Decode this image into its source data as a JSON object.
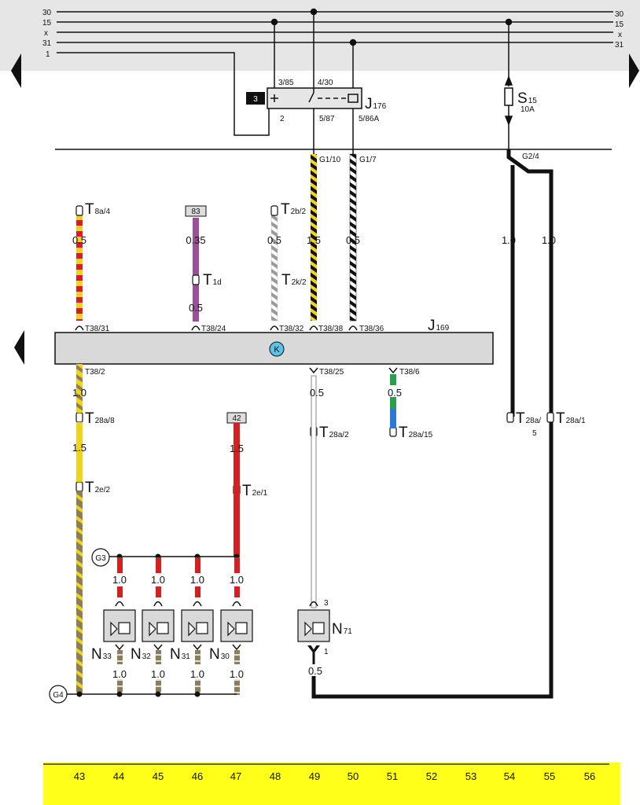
{
  "rails": {
    "left": [
      "30",
      "15",
      "x",
      "31",
      "1"
    ],
    "right": [
      "30",
      "15",
      "x",
      "31"
    ]
  },
  "relay": {
    "code": "J",
    "sub": "176",
    "badge": "3",
    "pins": {
      "p385": "3/85",
      "p430": "4/30",
      "p2": "2",
      "p587": "5/87",
      "p586a": "5/86A"
    }
  },
  "fuse": {
    "code": "S",
    "sub": "15",
    "rating": "10A"
  },
  "ground_junctions": {
    "g24": "G2/4",
    "g110": "G1/10",
    "g17": "G1/7",
    "g3": "G3",
    "g4": "G4"
  },
  "ref_boxes": {
    "r83": "83",
    "r42": "42"
  },
  "connectors": {
    "t8a4": {
      "main": "T",
      "sub": "8a/4"
    },
    "t2b2": {
      "main": "T",
      "sub": "2b/2"
    },
    "t1d": {
      "main": "T",
      "sub": "1d"
    },
    "t2k2": {
      "main": "T",
      "sub": "2k/2"
    },
    "t28a8": {
      "main": "T",
      "sub": "28a/8"
    },
    "t28a2": {
      "main": "T",
      "sub": "28a/2"
    },
    "t28a15": {
      "main": "T",
      "sub": "28a/15"
    },
    "t28a5": {
      "main": "T",
      "sub": "28a/",
      "extra": "5"
    },
    "t28a1": {
      "main": "T",
      "sub": "28a/1"
    },
    "t2e2": {
      "main": "T",
      "sub": "2e/2"
    },
    "t2e1": {
      "main": "T",
      "sub": "2e/1"
    }
  },
  "ecu": {
    "code": "J",
    "sub": "169",
    "symbol": "K",
    "pins_top": [
      "T38/31",
      "T38/24",
      "T38/32",
      "T38/38",
      "T38/36"
    ],
    "pins_bottom": [
      "T38/2",
      "T38/25",
      "T38/6"
    ]
  },
  "wire_sizes": {
    "w1": "0.5",
    "w2": "0.35",
    "w3": "0.5",
    "w4": "1.5",
    "w5": "0.5",
    "w6": "1.0",
    "w7": "1.0",
    "w8": "0.5",
    "w9": "1.0",
    "w10": "1.5",
    "w11": "0.5",
    "w12": "0.5",
    "w13": "1.5",
    "n_top": [
      "1.0",
      "1.0",
      "1.0",
      "1.0"
    ],
    "n_bottom": [
      "1.0",
      "1.0",
      "1.0",
      "1.0"
    ],
    "n71_bottom": "0.5"
  },
  "valves": [
    {
      "code": "N",
      "sub": "33"
    },
    {
      "code": "N",
      "sub": "32"
    },
    {
      "code": "N",
      "sub": "31"
    },
    {
      "code": "N",
      "sub": "30"
    }
  ],
  "valve_n71": {
    "code": "N",
    "sub": "71",
    "pin_top": "3",
    "pin_bottom": "1"
  },
  "footer_numbers": [
    "43",
    "44",
    "45",
    "46",
    "47",
    "48",
    "49",
    "50",
    "51",
    "52",
    "53",
    "54",
    "55",
    "56"
  ],
  "colors": {
    "rail_band": "#e6e6e6",
    "ecu_fill": "#d9d9d9",
    "footer": "#ffff1a",
    "red": "#d42020",
    "yellow": "#f2d21b",
    "purple": "#9a4f9a",
    "green": "#2aa04a",
    "blue": "#2a79d4",
    "brown": "#8b7f5a",
    "black": "#111111",
    "ecu_symbol": "#5bc3e8"
  }
}
